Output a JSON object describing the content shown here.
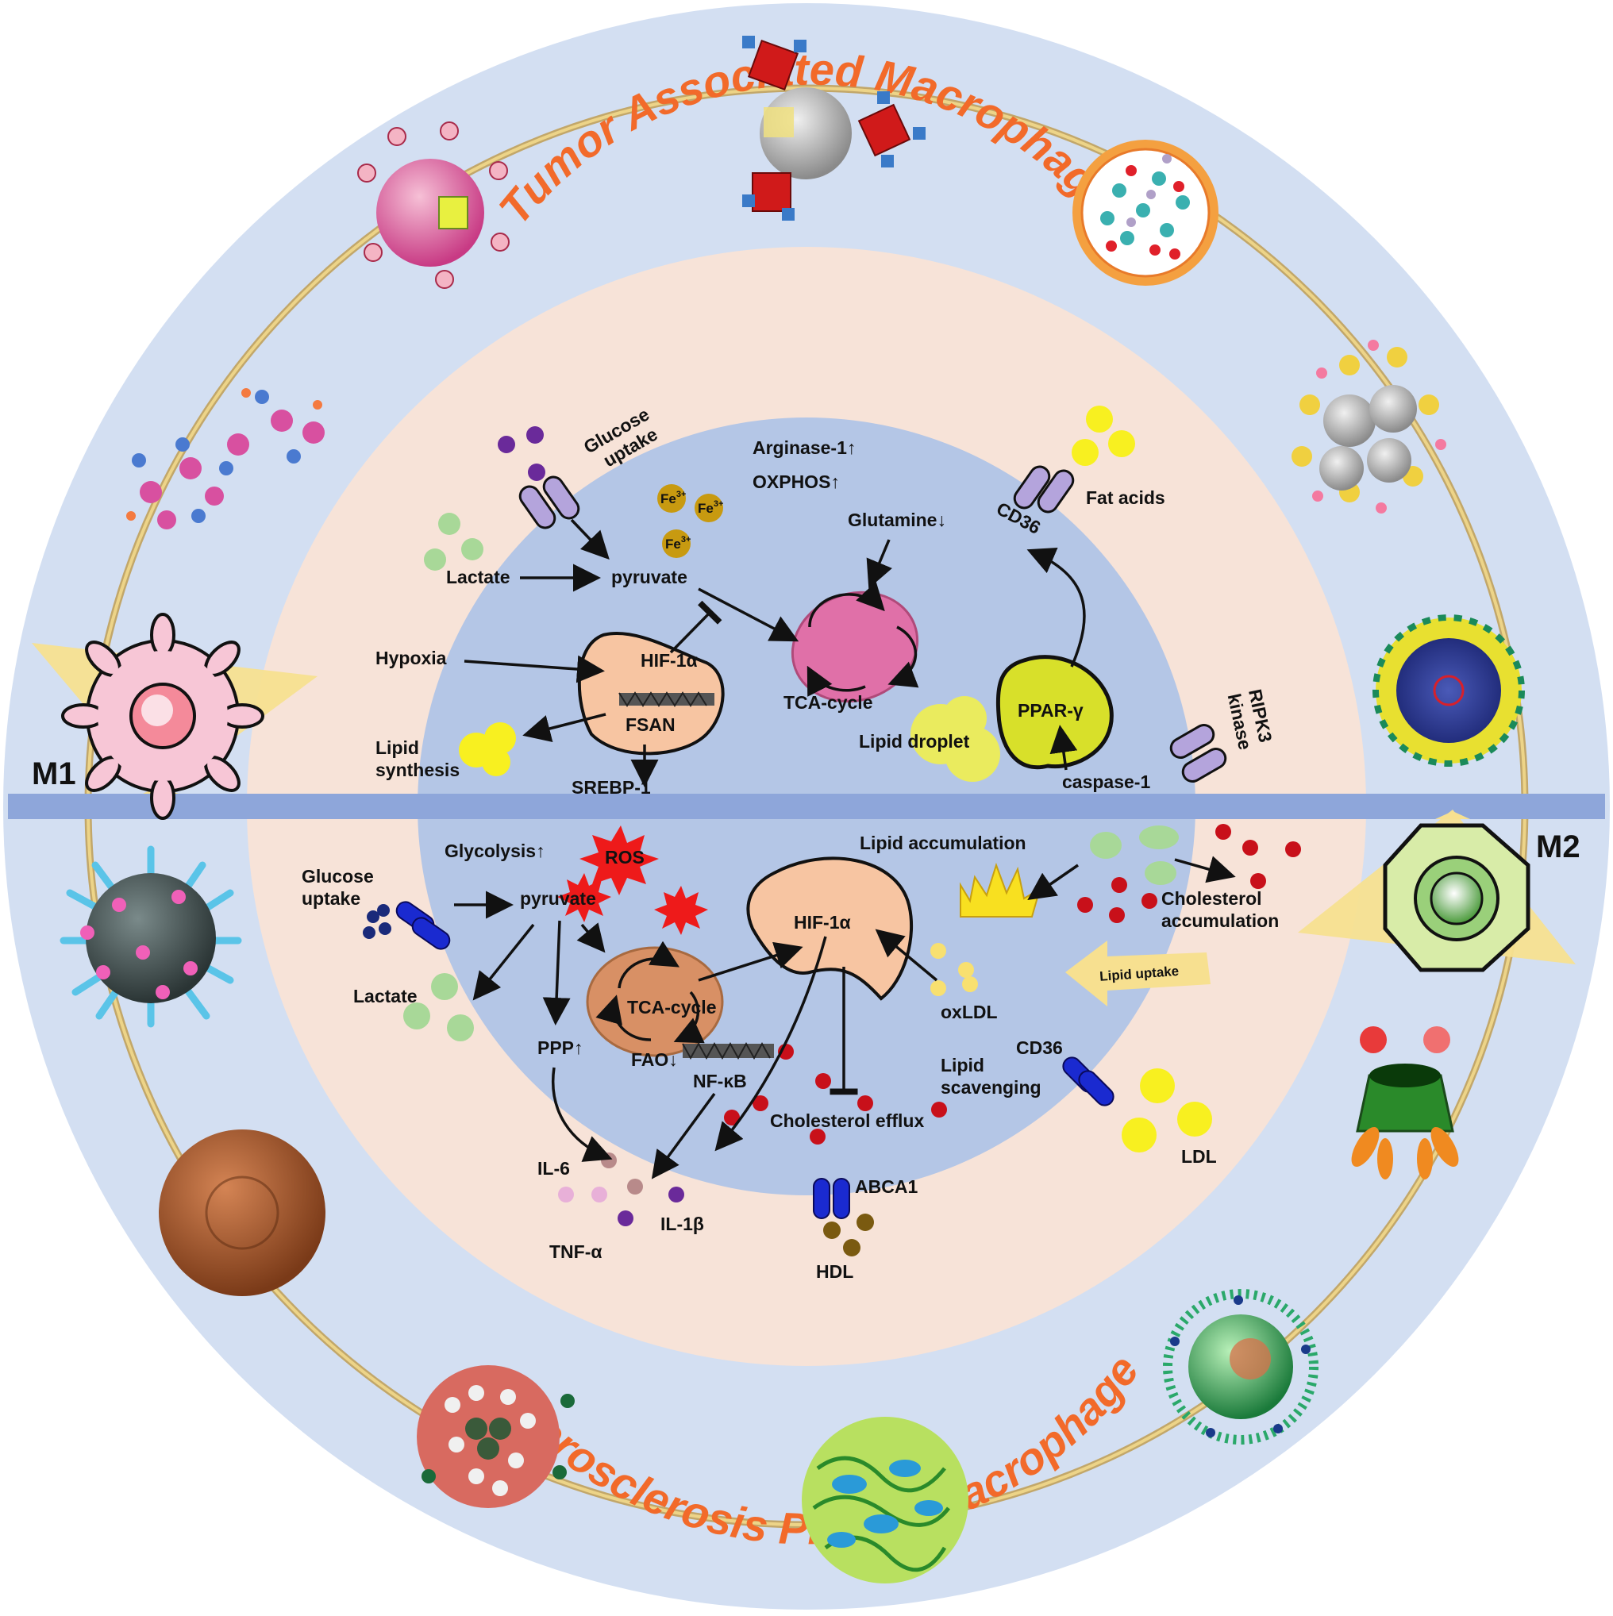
{
  "titles": {
    "top": "Tumor Associated Macrophage",
    "bottom": "Atherosclerosis Plaque Macrophage"
  },
  "cells": {
    "left": "M1",
    "right": "M2"
  },
  "top_half": {
    "glucose_uptake": [
      "Glucose",
      "uptake"
    ],
    "arginase": "Arginase-1↑",
    "oxphos": "OXPHOS↑",
    "fe": "Fe",
    "fe_sup": "3+",
    "fat_acids": "Fat acids",
    "cd36": "CD36",
    "glutamine": "Glutamine↓",
    "lactate": "Lactate",
    "pyruvate": "pyruvate",
    "hypoxia": "Hypoxia",
    "hif": "HIF-1α",
    "fsan": "FSAN",
    "tca": "TCA-cycle",
    "lipid_synthesis": [
      "Lipid",
      "synthesis"
    ],
    "srebp": "SREBP-1",
    "lipid_droplet": "Lipid droplet",
    "ppar": "PPAR-γ",
    "caspase": "caspase-1",
    "ripk3": [
      "RIPK3",
      "kinase"
    ]
  },
  "bottom_half": {
    "glycolysis": "Glycolysis↑",
    "ros": "ROS",
    "glucose_uptake": [
      "Glucose",
      "uptake"
    ],
    "pyruvate": "pyruvate",
    "lactate": "Lactate",
    "tca": "TCA-cycle",
    "ppp": "PPP↑",
    "fao": "FAO↓",
    "nfkb": "NF-κB",
    "hif": "HIF-1α",
    "lipid_accumulation": "Lipid accumulation",
    "cholesterol_accumulation": [
      "Cholesterol",
      "accumulation"
    ],
    "lipid_uptake": "Lipid uptake",
    "oxldl": "oxLDL",
    "cd36": "CD36",
    "lipid_scavenging": [
      "Lipid",
      "scavenging"
    ],
    "ldl": "LDL",
    "cholesterol_efflux": "Cholesterol efflux",
    "il6": "IL-6",
    "il1b": "IL-1β",
    "tnfa": "TNF-α",
    "abca1": "ABCA1",
    "hdl": "HDL"
  },
  "colors": {
    "outer_ring": "#d3dff2",
    "middle_ring": "#f7e3d8",
    "inner_disk": "#b4c6e6",
    "divider": "#8ea6da",
    "title": "#f26a2a",
    "track": "#c2a76a",
    "organelle": "#f7c5a2",
    "mito_top": "#e070a8",
    "mito_bottom": "#d89065",
    "ppar": "#d8e02a",
    "lipid": "#f8f020",
    "green_dot": "#a8d898",
    "purple_dot": "#6a2a9a",
    "red_dot": "#c8101a",
    "blue_receptor": "#1a2ad0",
    "lilac_receptor": "#b4a4dc"
  }
}
